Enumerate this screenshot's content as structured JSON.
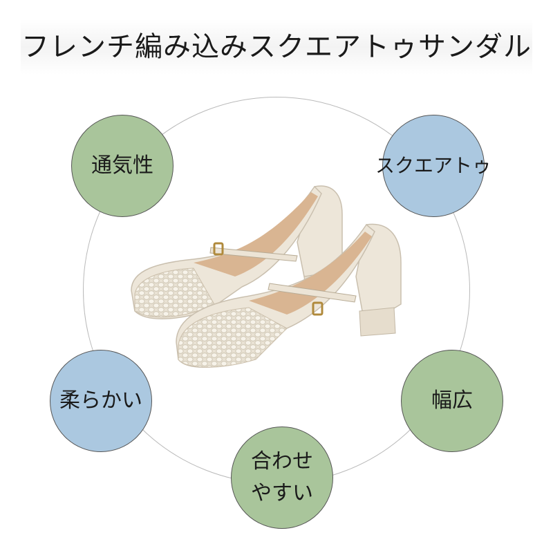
{
  "title": "フレンチ編み込みスクエアトゥサンダル",
  "features": {
    "breathable": "通気性",
    "square_toe": "スクエアトゥ",
    "soft": "柔らかい",
    "wide": "幅広",
    "easy_match_line1": "合わせ",
    "easy_match_line2": "やすい"
  },
  "colors": {
    "green_badge": "#a9c59b",
    "blue_badge": "#abc8e0",
    "ring": "#b9b9b9",
    "shoe_leather": "#ede6d9",
    "shoe_lining": "#d9b592",
    "buckle": "#b08a3c"
  },
  "product_image": "cream woven square-toe mary-jane heels (pair)"
}
